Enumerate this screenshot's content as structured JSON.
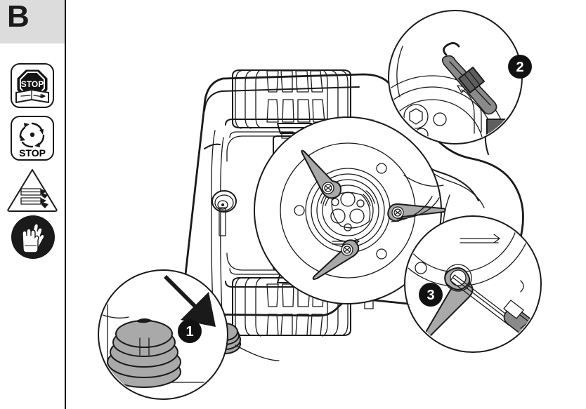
{
  "figure": {
    "label": "B",
    "title": "Blade disc removal and blade replacement",
    "background_color": "#ffffff",
    "header_band_color": "#dcdcdc",
    "divider_color": "#000000"
  },
  "sidebar": {
    "letter": "B",
    "pictograms": [
      {
        "id": "stop-read-manual",
        "name": "stop-read-manual-pictogram",
        "shape": "rounded-square",
        "text": "STOP",
        "description": "Stop sign above an open manual with tools",
        "color": "#000000"
      },
      {
        "id": "stop-rotating-blades",
        "name": "stop-rotating-blades-pictogram",
        "shape": "rounded-square",
        "text": "STOP",
        "description": "Rotating blades symbol with STOP caption",
        "color": "#000000"
      },
      {
        "id": "cutting-hazard",
        "name": "cutting-hazard-warning-pictogram",
        "shape": "triangle",
        "text": "",
        "description": "Warning triangle: hand cutting hazard from blades",
        "color": "#000000"
      },
      {
        "id": "wear-gloves",
        "name": "wear-protective-gloves-pictogram",
        "shape": "circle",
        "text": "",
        "description": "Mandatory action: wear protective gloves",
        "color": "#1a1a1a"
      }
    ]
  },
  "illustration": {
    "subject": "robotic lawn mower underside",
    "callouts": [
      {
        "number": "1",
        "name": "callout-1",
        "target": "height adjustment knob / release knob",
        "action": "press down",
        "marker": "black down arrow",
        "detail_view": "circle"
      },
      {
        "number": "2",
        "name": "callout-2",
        "target": "blade disc retaining screw",
        "action": "unscrew with screwdriver",
        "marker": "screwdriver",
        "detail_view": "circle"
      },
      {
        "number": "3",
        "name": "callout-3",
        "target": "blade fixing screw",
        "action": "unscrew with screwdriver",
        "marker": "screwdriver",
        "detail_view": "circle"
      }
    ],
    "parts": [
      {
        "name": "front-wheel-top",
        "label": "treaded drive wheel"
      },
      {
        "name": "rear-wheel-bottom",
        "label": "treaded drive wheel"
      },
      {
        "name": "blade-disc",
        "label": "cutting blade disc"
      },
      {
        "name": "blade",
        "label": "pivoting cutting blade",
        "count": 3,
        "color": "#a9a9a9"
      },
      {
        "name": "blade-screw",
        "label": "blade fixing screw",
        "count": 3
      },
      {
        "name": "adjustment-knob",
        "label": "adjustment knob",
        "color": "#a9a9a9"
      },
      {
        "name": "sensor-pin",
        "label": "lift sensor pin"
      },
      {
        "name": "screwdriver",
        "label": "flat screwdriver",
        "count": 2
      }
    ],
    "colors": {
      "outline": "#1a1a1a",
      "blade_gray": "#a9a9a9",
      "shadow_gray": "#5f5f5f",
      "body_white": "#ffffff"
    }
  }
}
